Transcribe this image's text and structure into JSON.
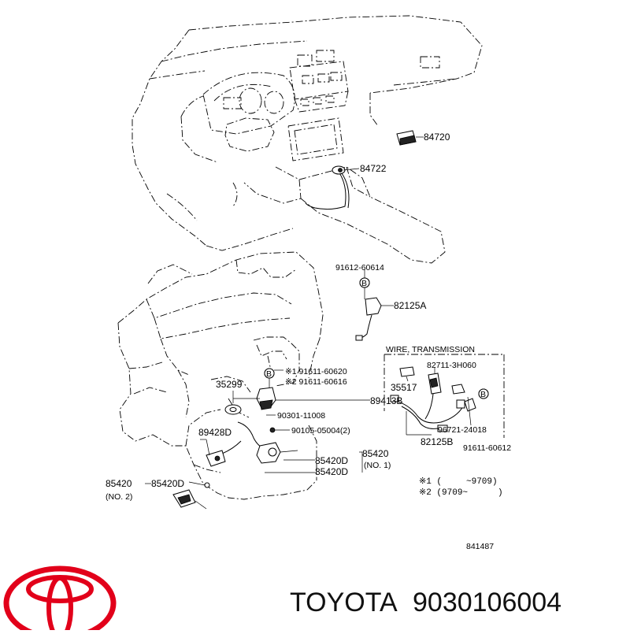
{
  "diagram": {
    "parts": {
      "p84720": "84720",
      "p84722": "84722",
      "p91612": "91612-60614",
      "p82125A": "82125A",
      "wire_title": "WIRE, TRANSMISSION",
      "p82711": "82711-3H060",
      "p35517": "35517",
      "p96721": "96721-24018",
      "p82125B": "82125B",
      "p91611_60612": "91611-60612",
      "p91611_60620": "※1 91611-60620",
      "p91611_60616": "※2 91611-60616",
      "p35299": "35299",
      "p89413B": "89413B",
      "p90301": "90301-11008",
      "p89428D": "89428D",
      "p90105": "90105-05004(2)",
      "p85420_a": "85420",
      "p85420D_a": "85420D",
      "no1": "(NO. 1)",
      "p85420D_b": "85420D",
      "p85420_c": "85420",
      "p85420D_c": "85420D",
      "no2": "(NO. 2)",
      "badge_b": "B",
      "note1_mark": "※1 (",
      "note1_val": "~9709)",
      "note2_mark": "※2 (9709~",
      "note2_val": ")",
      "fig_number": "841487"
    }
  },
  "footer": {
    "brand": "TOYOTA",
    "part_number": "9030106004",
    "brand_color": "#e2001a"
  }
}
